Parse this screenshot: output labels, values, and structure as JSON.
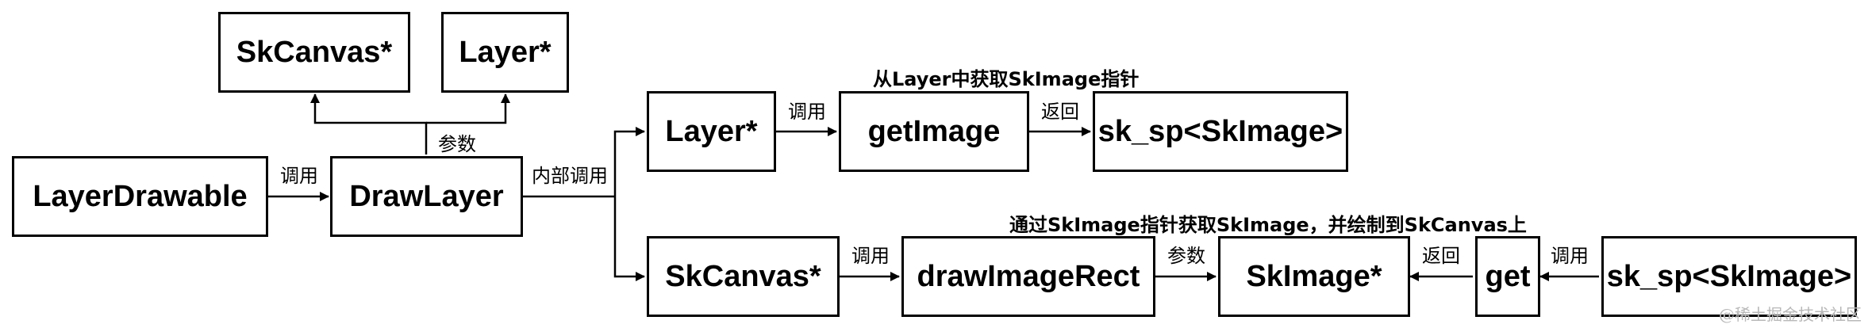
{
  "nodes": {
    "skcanvas_top": "SkCanvas*",
    "layer_top": "Layer*",
    "layer_drawable": "LayerDrawable",
    "draw_layer": "DrawLayer",
    "layer_mid": "Layer*",
    "get_image": "getImage",
    "sk_sp_top": "sk_sp<SkImage>",
    "skcanvas_bottom": "SkCanvas*",
    "draw_image_rect": "drawImageRect",
    "skimage": "SkImage*",
    "get": "get",
    "sk_sp_bottom": "sk_sp<SkImage>"
  },
  "edges": {
    "call_1": "调用",
    "params_1": "参数",
    "internal_call": "内部调用",
    "call_2": "调用",
    "return_1": "返回",
    "call_3": "调用",
    "params_2": "参数",
    "return_2": "返回",
    "call_4": "调用"
  },
  "notes": {
    "top": "从Layer中获取SkImage指针",
    "bottom": "通过SkImage指针获取SkImage，并绘制到SkCanvas上"
  },
  "watermark": "@稀土掘金技术社区"
}
